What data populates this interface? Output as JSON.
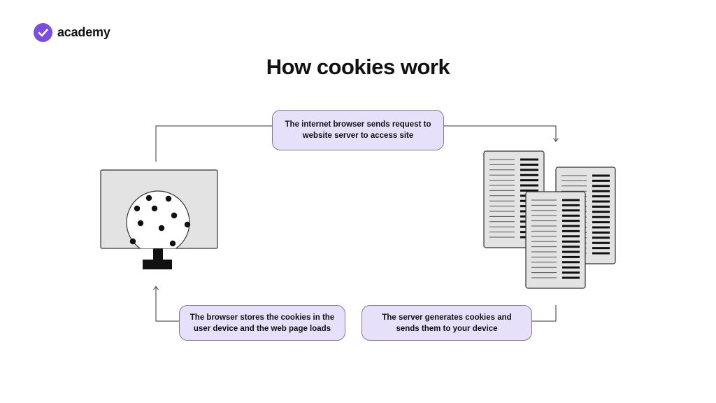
{
  "brand": {
    "name": "academy",
    "accent": "#7c4ee0"
  },
  "title": "How cookies work",
  "steps": [
    {
      "text": "The internet browser sends request to website server to access site"
    },
    {
      "text": "The server generates cookies and sends them to your device"
    },
    {
      "text": "The browser stores the cookies in the user device and the web page loads"
    }
  ],
  "colors": {
    "step_fill": "#e6e0fb",
    "device_fill": "#e3e3e3",
    "outline": "#333333"
  },
  "icons": [
    "check-badge-icon",
    "computer-cookie-icon",
    "server-documents-icon"
  ]
}
